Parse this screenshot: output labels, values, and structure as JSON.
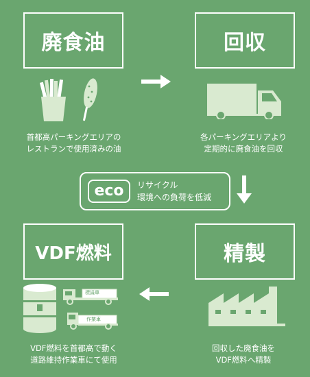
{
  "steps": {
    "waste_oil": {
      "title": "廃食油",
      "caption_line1": "首都高パーキングエリアの",
      "caption_line2": "レストランで使用済みの油"
    },
    "collection": {
      "title": "回収",
      "caption_line1": "各パーキングエリアより",
      "caption_line2": "定期的に廃食油を回収"
    },
    "refining": {
      "title": "精製",
      "caption_line1": "回収した廃食油を",
      "caption_line2": "VDF燃料へ精製"
    },
    "vdf_fuel": {
      "title": "VDF燃料",
      "caption_line1": "VDF燃料を首都高で動く",
      "caption_line2": "道路維持作業車にて使用"
    }
  },
  "recycle": {
    "badge": "eco",
    "line1": "リサイクル",
    "line2": "環境への負荷を低減"
  },
  "trucks": {
    "top_label": "標識車",
    "bottom_label": "作業車"
  },
  "colors": {
    "background": "#6aa66f",
    "foreground": "#ffffff",
    "icon_fill": "#d9ead0"
  },
  "icons": [
    "french-fries",
    "corn-dog",
    "delivery-truck",
    "factory",
    "fuel-barrel",
    "sign-truck",
    "work-truck",
    "right-arrow",
    "down-arrow",
    "left-arrow"
  ]
}
